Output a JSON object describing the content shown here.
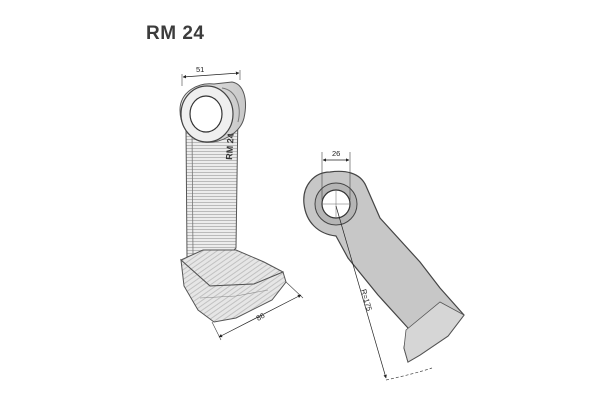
{
  "title": "RM 24",
  "left_view": {
    "top_width": "51",
    "shank_marking": "RM 24",
    "blade_width": "86"
  },
  "right_view": {
    "hole_dimension": "26",
    "radius": "R=175"
  }
}
